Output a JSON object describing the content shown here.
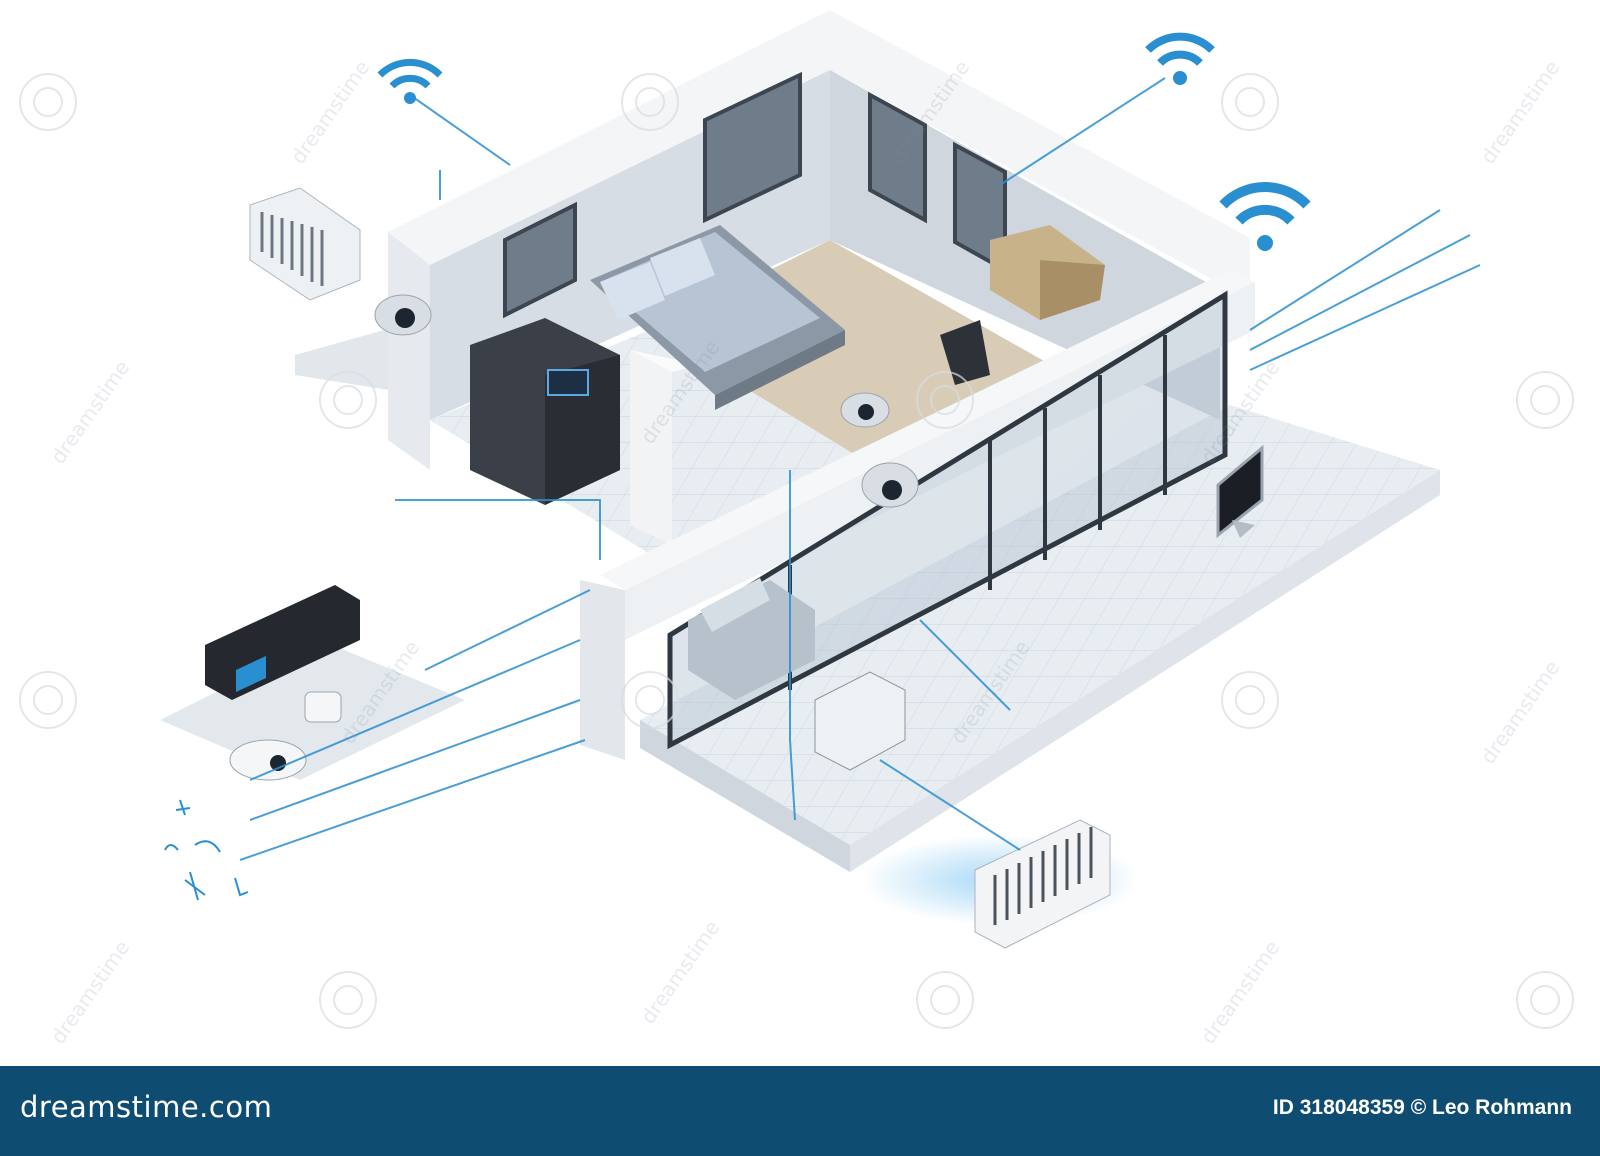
{
  "footer": {
    "brand": "dreamstime.com",
    "credit": "ID 318048359 © Leo Rohmann"
  },
  "watermark": {
    "text": "dreamstime"
  },
  "colors": {
    "footer_bg": "#0f4c72",
    "accent_blue": "#2a8fd0",
    "wall": "#eef1f4",
    "floor_wood": "#d8ccb6",
    "tile": "#e3e9ef"
  }
}
